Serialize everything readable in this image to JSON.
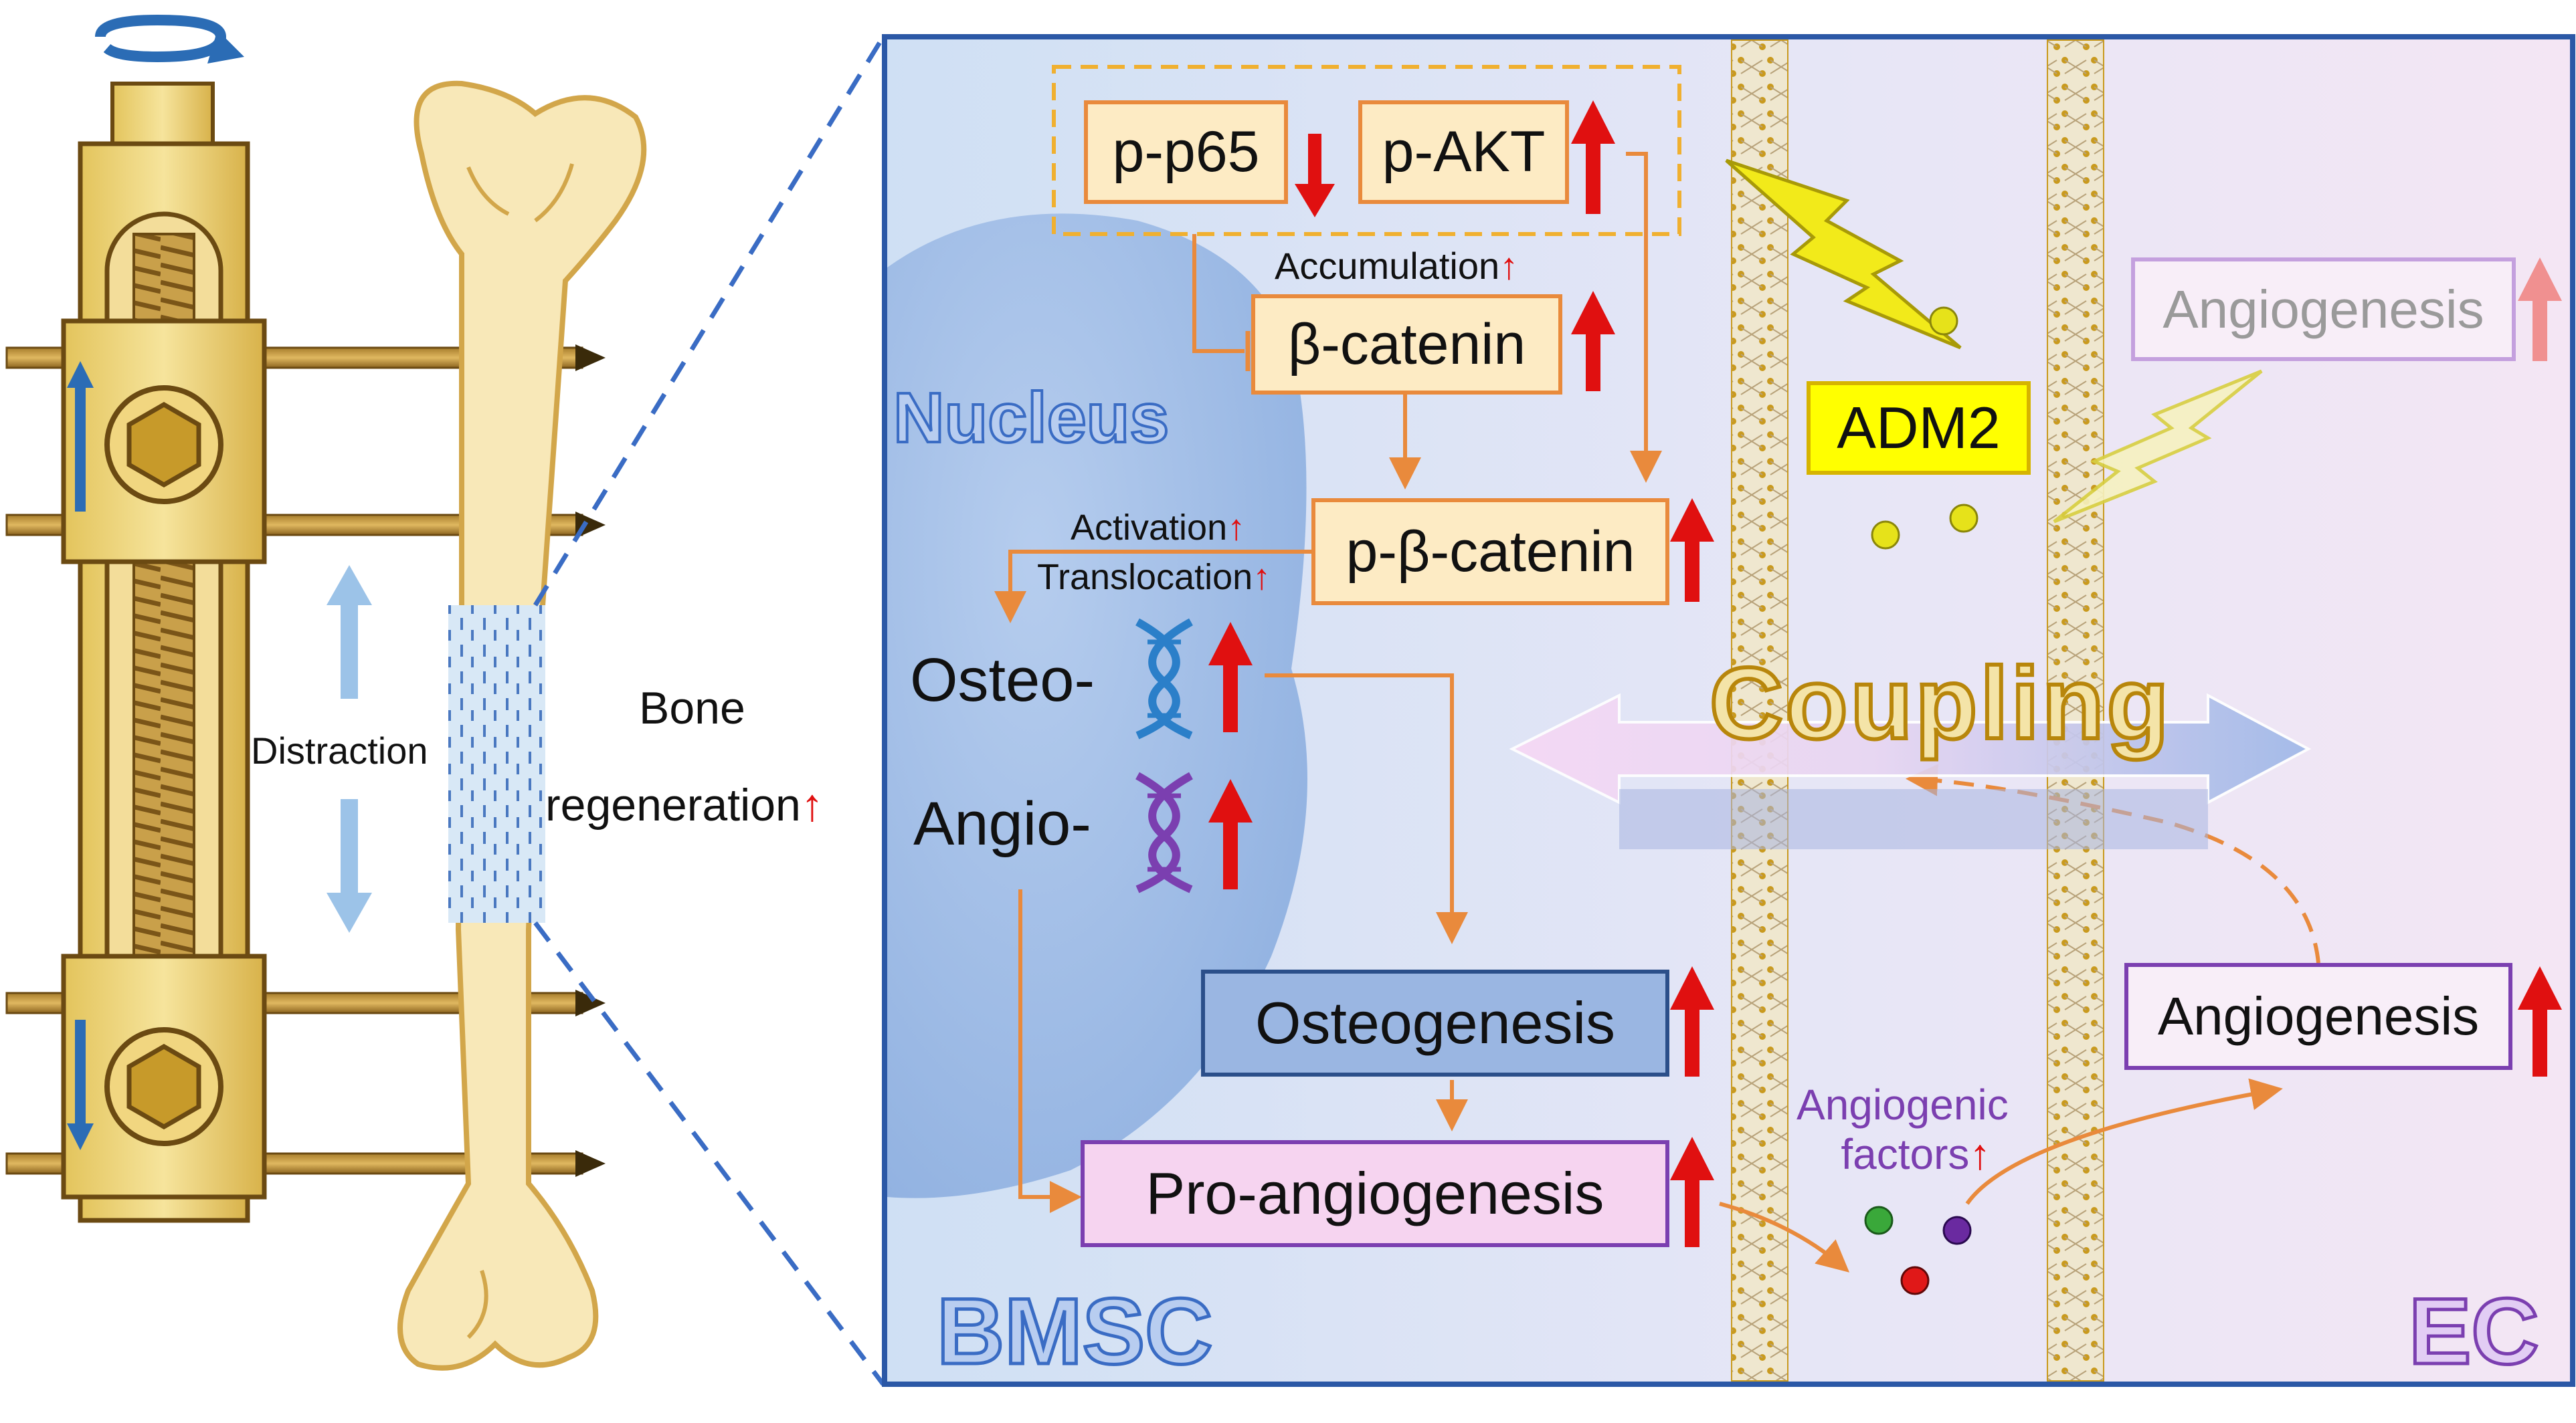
{
  "left_panel": {
    "distraction_label": "Distraction",
    "bone_label": "Bone",
    "regeneration_label": "regeneration",
    "regeneration_up": "↑"
  },
  "pathway": {
    "p_p65": "p-p65",
    "p_akt": "p-AKT",
    "accumulation": "Accumulation",
    "accumulation_up": "↑",
    "beta_catenin": "β-catenin",
    "p_beta_catenin": "p-β-catenin",
    "activation": "Activation",
    "activation_up": "↑",
    "translocation": "Translocation",
    "translocation_up": "↑",
    "osteo": "Osteo-",
    "angio": "Angio-",
    "osteogenesis": "Osteogenesis",
    "pro_angiogenesis": "Pro-angiogenesis"
  },
  "cells": {
    "nucleus": "Nucleus",
    "bmsc": "BMSC",
    "ec": "EC"
  },
  "membrane": {
    "adm2": "ADM2",
    "coupling": "Coupling",
    "angiogenic_factors_line1": "Angiogenic",
    "angiogenic_factors_line2": "factors",
    "angiogenic_factors_up": "↑"
  },
  "endothelial": {
    "angiogenesis_top": "Angiogenesis",
    "angiogenesis_bottom": "Angiogenesis"
  },
  "colors": {
    "orange_line": "#e98a3c",
    "box_fill": "#fdebc4",
    "red_arrow": "#e01010",
    "bmsc_blue": "#5b8fd6",
    "ec_purple": "#7b3fb0",
    "adm2_yellow": "#ffff00"
  }
}
